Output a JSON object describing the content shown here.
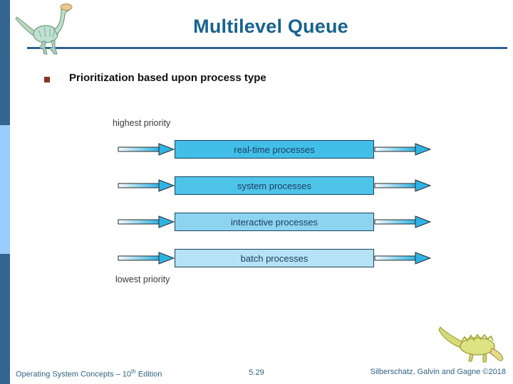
{
  "slide": {
    "title": "Multilevel Queue",
    "bullet": "Prioritization based upon process type"
  },
  "diagram": {
    "top_label": "highest priority",
    "bottom_label": "lowest priority",
    "queues": [
      {
        "label": "real-time processes",
        "color": "#41bfe8"
      },
      {
        "label": "system processes",
        "color": "#4fc4ea"
      },
      {
        "label": "interactive processes",
        "color": "#8dd4f0"
      },
      {
        "label": "batch processes",
        "color": "#b5e2f5"
      }
    ]
  },
  "footer": {
    "book_prefix": "Operating System Concepts – 10",
    "edition_sup": "th",
    "edition_rest": " Edition",
    "page": "5.29",
    "authors": "Silberschatz, Galvin and Gagne ©2018"
  },
  "icons": {
    "top_left": "dinosaur-logo",
    "bottom_right": "dinosaur-logo"
  },
  "colors": {
    "title": "#17638f",
    "accent_rule": "#2e6191",
    "sidebar_dark": "#33648f",
    "sidebar_light": "#99ccff",
    "bullet_square": "#8a3324",
    "footer_text": "#2f6284"
  }
}
